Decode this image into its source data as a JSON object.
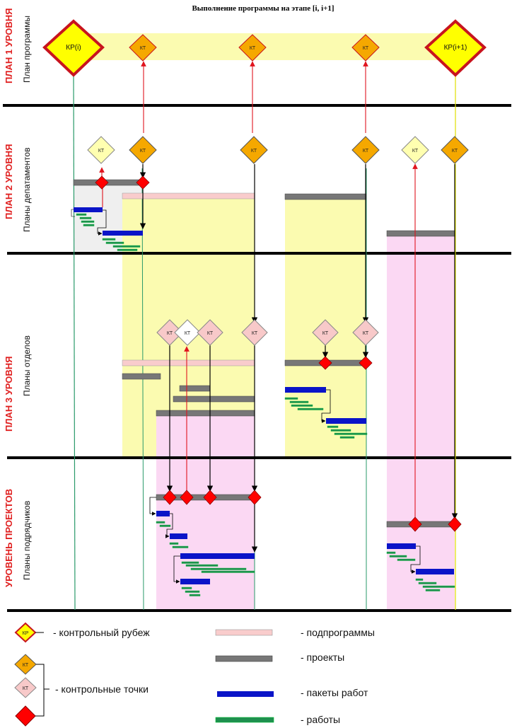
{
  "title": "Выполнение программы на этапе [i, i+1]",
  "levels": [
    {
      "label": "ПЛАН 1 УРОВНЯ",
      "sub": "План программы"
    },
    {
      "label": "ПЛАН 2 УРОВНЯ",
      "sub": "Планы депатаментов"
    },
    {
      "label": "ПЛАН 3 УРОВНЯ",
      "sub": "Планы отделов"
    },
    {
      "label": "УРОВЕНЬ ПРОЕКТОВ",
      "sub": "Планы подрядчиков"
    }
  ],
  "milestones": {
    "kr_start": "КР(i)",
    "kr_end": "КР(i+1)",
    "kt": "КТ",
    "kr_short": "КР"
  },
  "legend": {
    "kr": "- контрольный рубеж",
    "kt": "- контрольные точки",
    "subprograms": "- подпрограммы",
    "projects": "- проекты",
    "work_packages": "- пакеты работ",
    "works": "- работы"
  },
  "colors": {
    "subprogram": "#f9cccc",
    "project": "#777777",
    "work_package": "#0a14c8",
    "work": "#1f8f4f",
    "kr_fill": "#ffff00",
    "kr_border": "#c8141e",
    "kt_orange": "#f5a800",
    "kt_pink": "#f8c9c9",
    "kt_lightyellow": "#ffffb0",
    "kt_red": "#ff0000",
    "zone_yellow": "#fbfbb0",
    "zone_pink": "#fbd8f3",
    "zone_gray": "#efefef"
  }
}
